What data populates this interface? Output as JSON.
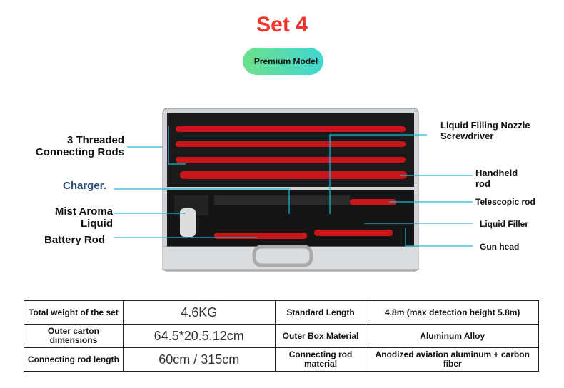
{
  "title": "Set 4",
  "badge": "Premium Model",
  "labels": {
    "rods": "3 Threaded Connecting Rods",
    "charger": "Charger.",
    "mist": "Mist Aroma Liquid",
    "battery": "Battery Rod",
    "nozzle": "Liquid Filling Nozzle Screwdriver",
    "handheld": "Handheld rod",
    "telescopic": "Telescopic rod",
    "filler": "Liquid Filler",
    "gun": "Gun head"
  },
  "specs": [
    [
      "Total weight of the set",
      "4.6KG",
      "Standard Length",
      "4.8m (max detection height 5.8m)"
    ],
    [
      "Outer carton dimensions",
      "64.5*20.5.12cm",
      "Outer Box Material",
      "Aluminum Alloy"
    ],
    [
      "Connecting rod length",
      "60cm / 315cm",
      "Connecting rod material",
      "Anodized aviation aluminum + carbon fiber"
    ]
  ],
  "colors": {
    "title": "#f0352c",
    "rod": "#c8161b",
    "line": "#1fb8d6"
  }
}
